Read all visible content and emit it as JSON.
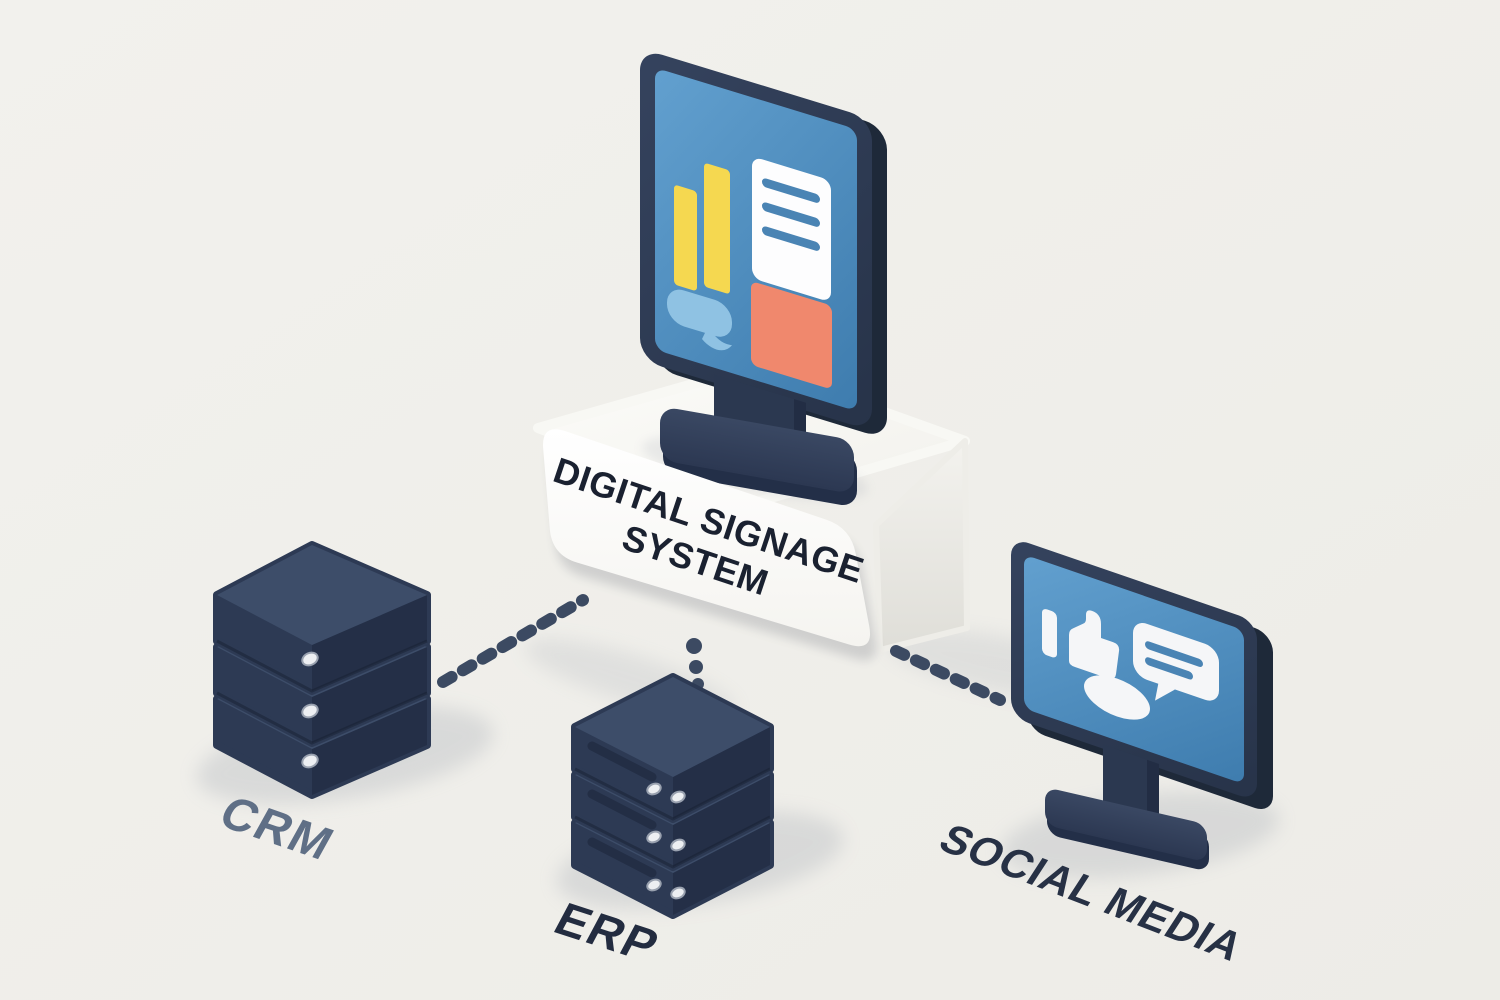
{
  "scene": {
    "type": "isometric-illustration-diagram",
    "background_color": "#f0efeb",
    "central": {
      "id": "digital-signage-system",
      "label": "DIGITAL SIGNAGE SYSTEM",
      "device": "kiosk-display-on-pedestal",
      "screen_icons": [
        "bar-chart",
        "document-card",
        "media-banner",
        "speech-blob"
      ]
    },
    "sources": [
      {
        "id": "crm",
        "label": "CRM",
        "device": "server-stack",
        "tiers": 3,
        "leds_per_tier": 1
      },
      {
        "id": "erp",
        "label": "ERP",
        "device": "server-stack",
        "tiers": 3,
        "leds_per_tier": 2
      },
      {
        "id": "social-media",
        "label": "SOCIAL MEDIA",
        "device": "desktop-monitor",
        "screen_icons": [
          "thumbs-up",
          "chat-bubble",
          "ellipsis-bubble"
        ]
      }
    ],
    "connections": [
      {
        "from": "crm",
        "to": "digital-signage-system",
        "style": "dotted"
      },
      {
        "from": "erp",
        "to": "digital-signage-system",
        "style": "dotted"
      },
      {
        "from": "social-media",
        "to": "digital-signage-system",
        "style": "dotted"
      }
    ],
    "colors": {
      "background": "#f0efeb",
      "device_frame": "#2d3a52",
      "device_frame_dark": "#1e2939",
      "screen_blue": "#4f8fc2",
      "accent_yellow": "#f5d850",
      "accent_coral": "#f0886d",
      "accent_light_blue": "#8fc2e3",
      "pedestal_white": "#ffffff",
      "label_dark": "#1a2130",
      "label_navy": "#232c40",
      "label_gray_blue": "#5f6f86",
      "connector": "#3c4a62",
      "led": "#edeff2"
    }
  }
}
